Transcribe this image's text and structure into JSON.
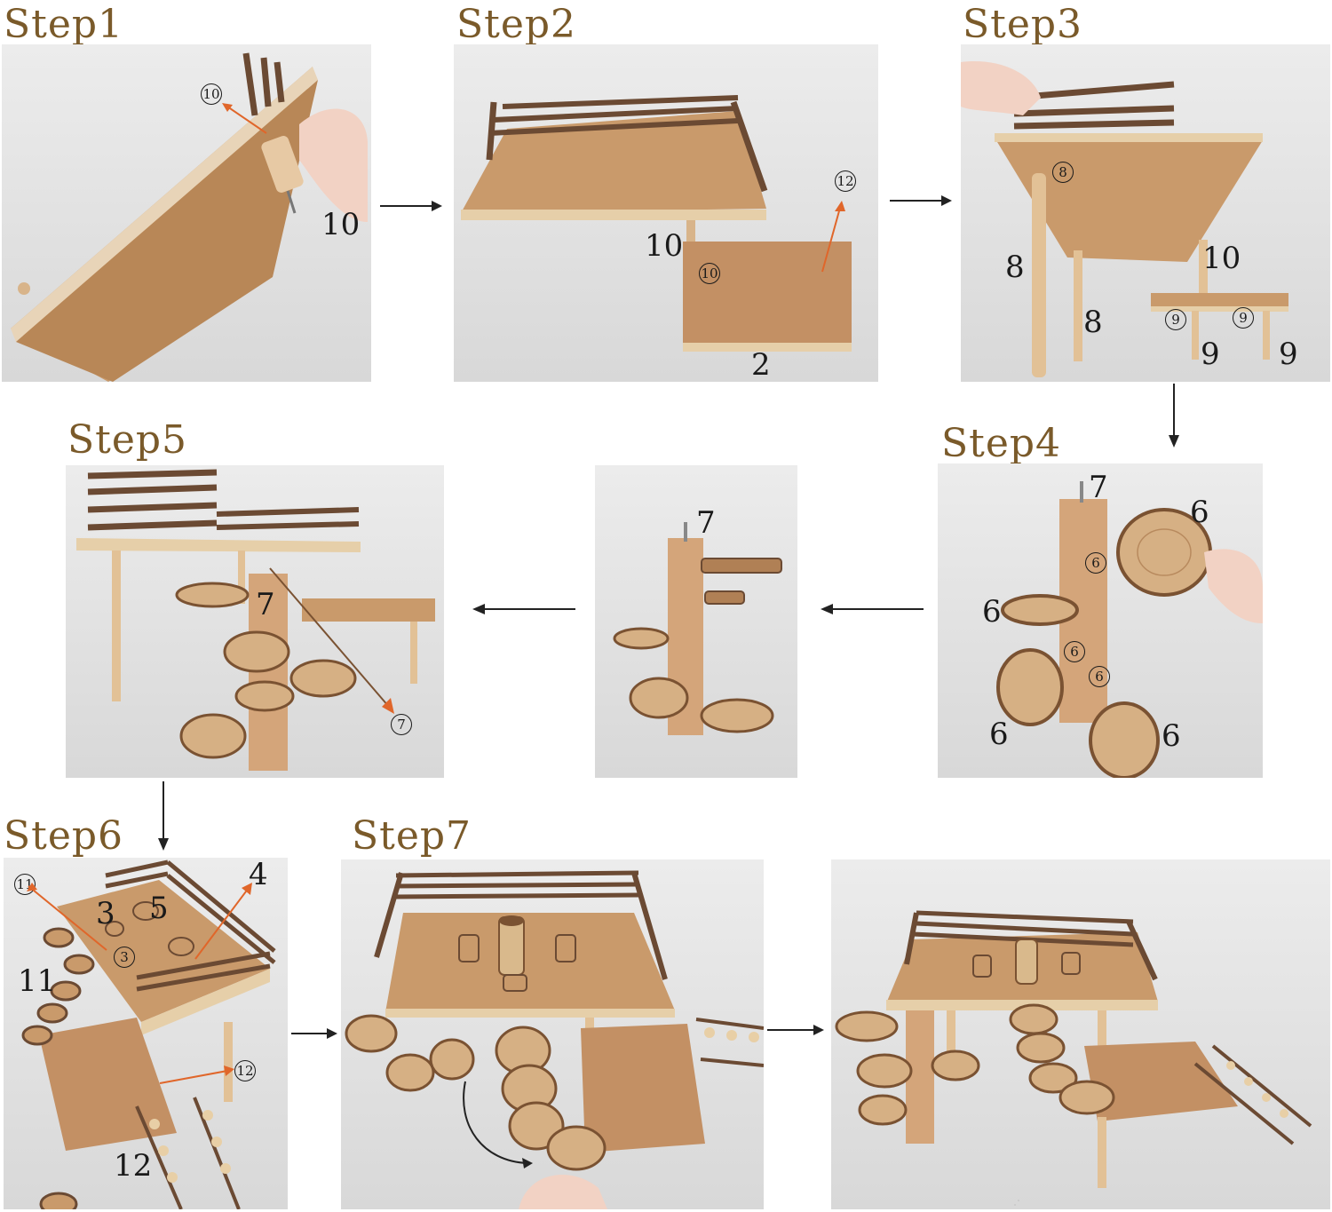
{
  "steps": {
    "s1": "Step1",
    "s2": "Step2",
    "s3": "Step3",
    "s4": "Step4",
    "s5": "Step5",
    "s6": "Step6",
    "s7": "Step7"
  },
  "labels": {
    "p1_num": "10",
    "p1_circ": "10",
    "p2_num10": "10",
    "p2_circ10": "10",
    "p2_circ12": "12",
    "p2_num2": "2",
    "p3_circ8": "8",
    "p3_num8a": "8",
    "p3_num8b": "8",
    "p3_num10": "10",
    "p3_circ9a": "9",
    "p3_circ9b": "9",
    "p3_num9a": "9",
    "p3_num9b": "9",
    "p4_num7": "7",
    "p4_num6a": "6",
    "p4_circ6a": "6",
    "p4_num6b": "6",
    "p4_circ6b": "6",
    "p4_circ6c": "6",
    "p4_num6c": "6",
    "p4_num6d": "6",
    "pmid_num7": "7",
    "p5_num7": "7",
    "p5_circ7": "7",
    "p6_circ11": "11",
    "p6_num3": "3",
    "p6_num5": "5",
    "p6_num4": "4",
    "p6_circ3": "3",
    "p6_num11": "11",
    "p6_circ12": "12",
    "p6_num12": "12"
  },
  "colors": {
    "title": "#7a5a2a",
    "wood": "#c99a6b",
    "branch": "#6b4a33",
    "arrow_orange": "#e0662a"
  }
}
